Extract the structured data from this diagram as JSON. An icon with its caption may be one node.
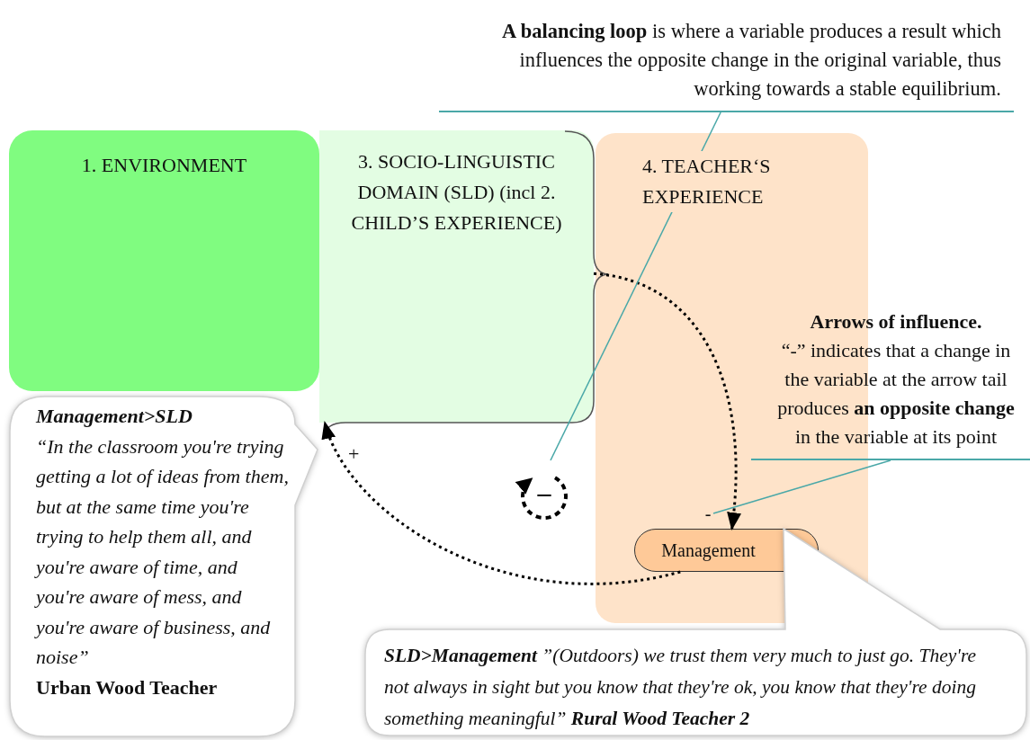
{
  "diagram": {
    "nodes": [
      {
        "text": [
          "1. ENVIRONMENT"
        ]
      },
      {
        "text": [
          "3. SOCIO-LINGUISTIC DOMAIN (SLD) (incl 2. CHILD’S EXPERIENCE)"
        ]
      },
      {
        "text": [
          "4. TEACHER‘S EXPERIENCE"
        ]
      },
      {
        "text": [
          "Management"
        ],
        "in": 2
      },
      {
        "text": [
          "**A balancing loop** is where a variable produces a result which influences the opposite change in the original variable, thus working towards a stable equilibrium."
        ]
      },
      {
        "text": [
          "–"
        ]
      },
      {
        "text": [
          "Arrows of influence.",
          "“-” indicates that a change in the variable at the arrow tail produces **an opposite change** in the variable at its point"
        ]
      },
      {
        "text": [
          "-"
        ],
        "in": 2
      },
      {
        "text": [
          "Management>SLD",
          "“In the classroom you're trying getting a lot of ideas from them, but at the same time you're trying to help them all, and you're aware of time, and you're aware of mess, and you're aware of business, and noise”",
          "Urban Wood Teacher"
        ]
      },
      {
        "text": [
          "**SLD>Management** *”(Outdoors) we trust them very much to just go. They're not always in sight but you know that they're ok, you know that they're doing something meaningful”* **Rural Wood Teacher 2**"
        ]
      }
    ],
    "edges": [
      {
        "from": 3,
        "to": 1,
        "arrow": "to",
        "label": "+",
        "style": "dashed"
      },
      {
        "from": 1,
        "to": 3,
        "arrow": "to",
        "style": "dashed"
      },
      {
        "from": 4,
        "to": 5,
        "arrow": "none",
        "color": "#4aa8a8"
      },
      {
        "from": 6,
        "to": 7,
        "arrow": "none",
        "color": "#4aa8a8"
      }
    ]
  }
}
